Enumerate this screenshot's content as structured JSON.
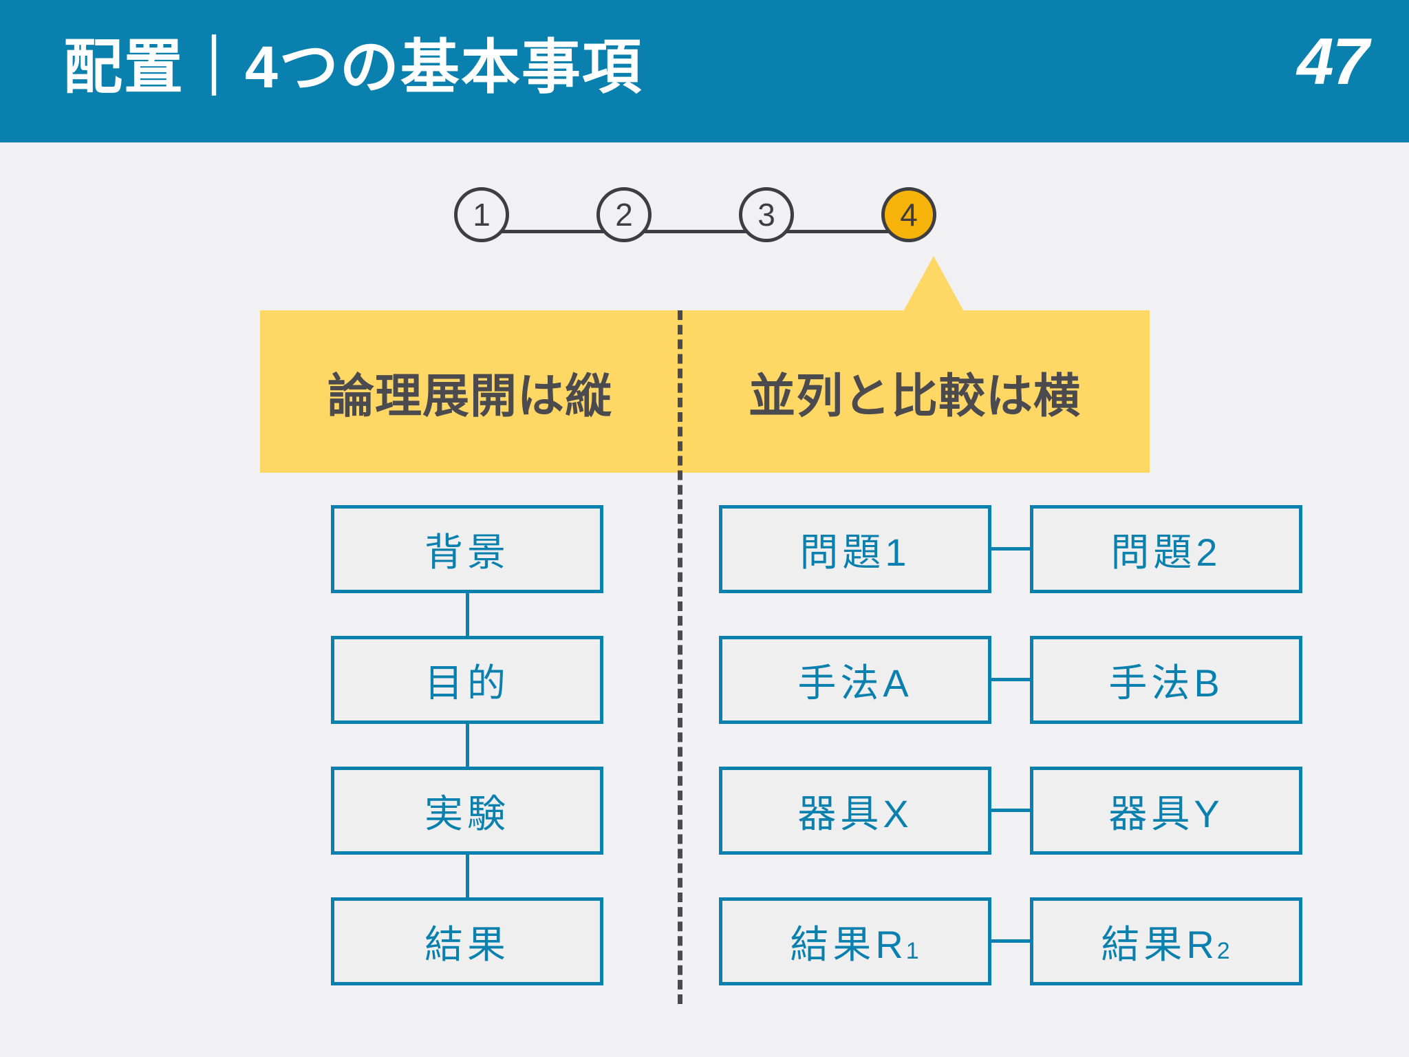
{
  "header": {
    "title": "配置｜4つの基本事項",
    "page_number": "47",
    "bar_color": "#0a80ae",
    "text_color": "#ffffff"
  },
  "background_color": "#f1f0f3",
  "accent_colors": {
    "blue": "#0a80ae",
    "amber": "#f6b40a",
    "banner_yellow": "#ffd765",
    "dark_gray": "#4a4a4f"
  },
  "steps": {
    "items": [
      {
        "label": "1",
        "active": false
      },
      {
        "label": "2",
        "active": false
      },
      {
        "label": "3",
        "active": false
      },
      {
        "label": "4",
        "active": true
      }
    ],
    "active_index": 3
  },
  "banner": {
    "left_heading": "論理展開は縦",
    "right_heading": "並列と比較は横"
  },
  "diagram": {
    "left_column": {
      "boxes": [
        {
          "label": "背景"
        },
        {
          "label": "目的"
        },
        {
          "label": "実験"
        },
        {
          "label": "結果"
        }
      ]
    },
    "right_column": {
      "rows": [
        {
          "left": {
            "label": "問題1"
          },
          "right": {
            "label": "問題2"
          }
        },
        {
          "left": {
            "label": "手法A"
          },
          "right": {
            "label": "手法B"
          }
        },
        {
          "left": {
            "label": "器具X"
          },
          "right": {
            "label": "器具Y"
          }
        },
        {
          "left": {
            "label": "結果R",
            "sub": "1"
          },
          "right": {
            "label": "結果R",
            "sub": "2"
          }
        }
      ]
    }
  }
}
